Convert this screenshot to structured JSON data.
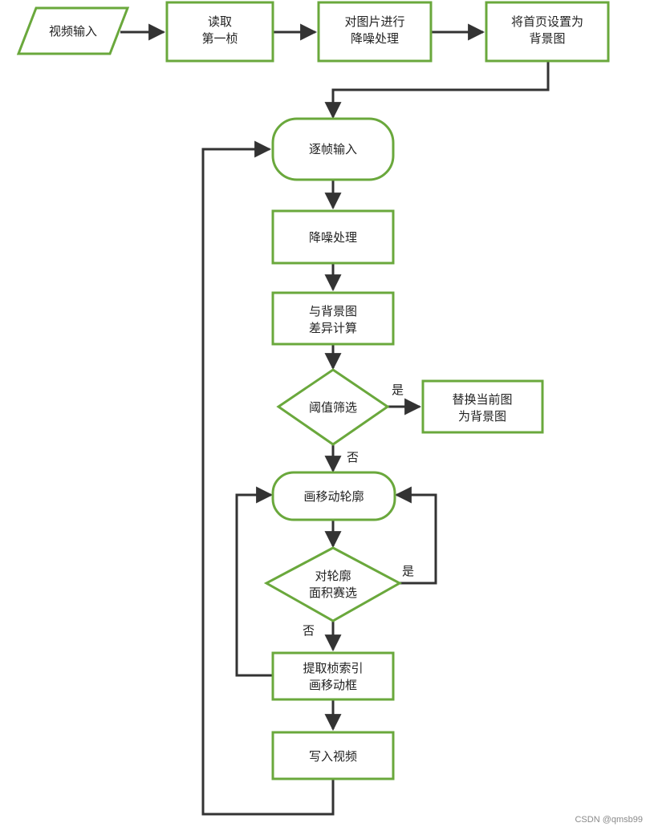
{
  "colors": {
    "node_border": "#6aa83c",
    "node_fill": "#ffffff",
    "edge": "#333333",
    "text": "#222222",
    "watermark": "#8a8a8a"
  },
  "nodes": {
    "video_input": {
      "shape": "parallelogram",
      "lines": [
        "视频输入"
      ]
    },
    "read_first_frame": {
      "shape": "rect",
      "lines": [
        "读取",
        "第一桢"
      ]
    },
    "denoise_image": {
      "shape": "rect",
      "lines": [
        "对图片进行",
        "降噪处理"
      ]
    },
    "set_background": {
      "shape": "rect",
      "lines": [
        "将首页设置为",
        "背景图"
      ]
    },
    "frame_input": {
      "shape": "stadium",
      "lines": [
        "逐帧输入"
      ]
    },
    "denoise": {
      "shape": "rect",
      "lines": [
        "降噪处理"
      ]
    },
    "diff_calc": {
      "shape": "rect",
      "lines": [
        "与背景图",
        "差异计算"
      ]
    },
    "threshold": {
      "shape": "diamond",
      "lines": [
        "阈值筛选"
      ]
    },
    "replace_bg": {
      "shape": "rect",
      "lines": [
        "替换当前图",
        "为背景图"
      ]
    },
    "draw_contours": {
      "shape": "stadium",
      "lines": [
        "画移动轮廓"
      ]
    },
    "area_filter": {
      "shape": "diamond",
      "lines": [
        "对轮廓",
        "面积赛选"
      ]
    },
    "extract_index": {
      "shape": "rect",
      "lines": [
        "提取桢索引",
        "画移动框"
      ]
    },
    "write_video": {
      "shape": "rect",
      "lines": [
        "写入视频"
      ]
    }
  },
  "edge_labels": {
    "threshold_yes": "是",
    "threshold_no": "否",
    "area_yes": "是",
    "area_no": "否"
  },
  "watermark": "CSDN @qmsb99"
}
